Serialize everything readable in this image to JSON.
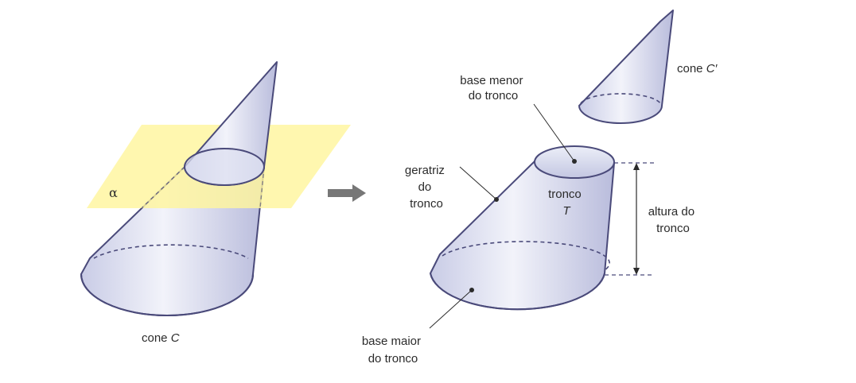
{
  "colors": {
    "cone_fill": "#dfe1f0",
    "cone_outline": "#4a4a7a",
    "plane_fill": "#fff59d",
    "arrow": "#777777",
    "leader": "#2b2b2b"
  },
  "left_figure": {
    "plane_label": "α",
    "cone_label_prefix": "cone",
    "cone_label_var": "C"
  },
  "right_figure": {
    "small_cone_label_prefix": "cone",
    "small_cone_label_var": "C′",
    "base_menor": [
      "base menor",
      "do tronco"
    ],
    "geratriz": [
      "geratriz",
      "do",
      "tronco"
    ],
    "tronco": [
      "tronco",
      "T"
    ],
    "altura": [
      "altura do",
      "tronco"
    ],
    "base_maior": [
      "base maior",
      "do tronco"
    ]
  }
}
